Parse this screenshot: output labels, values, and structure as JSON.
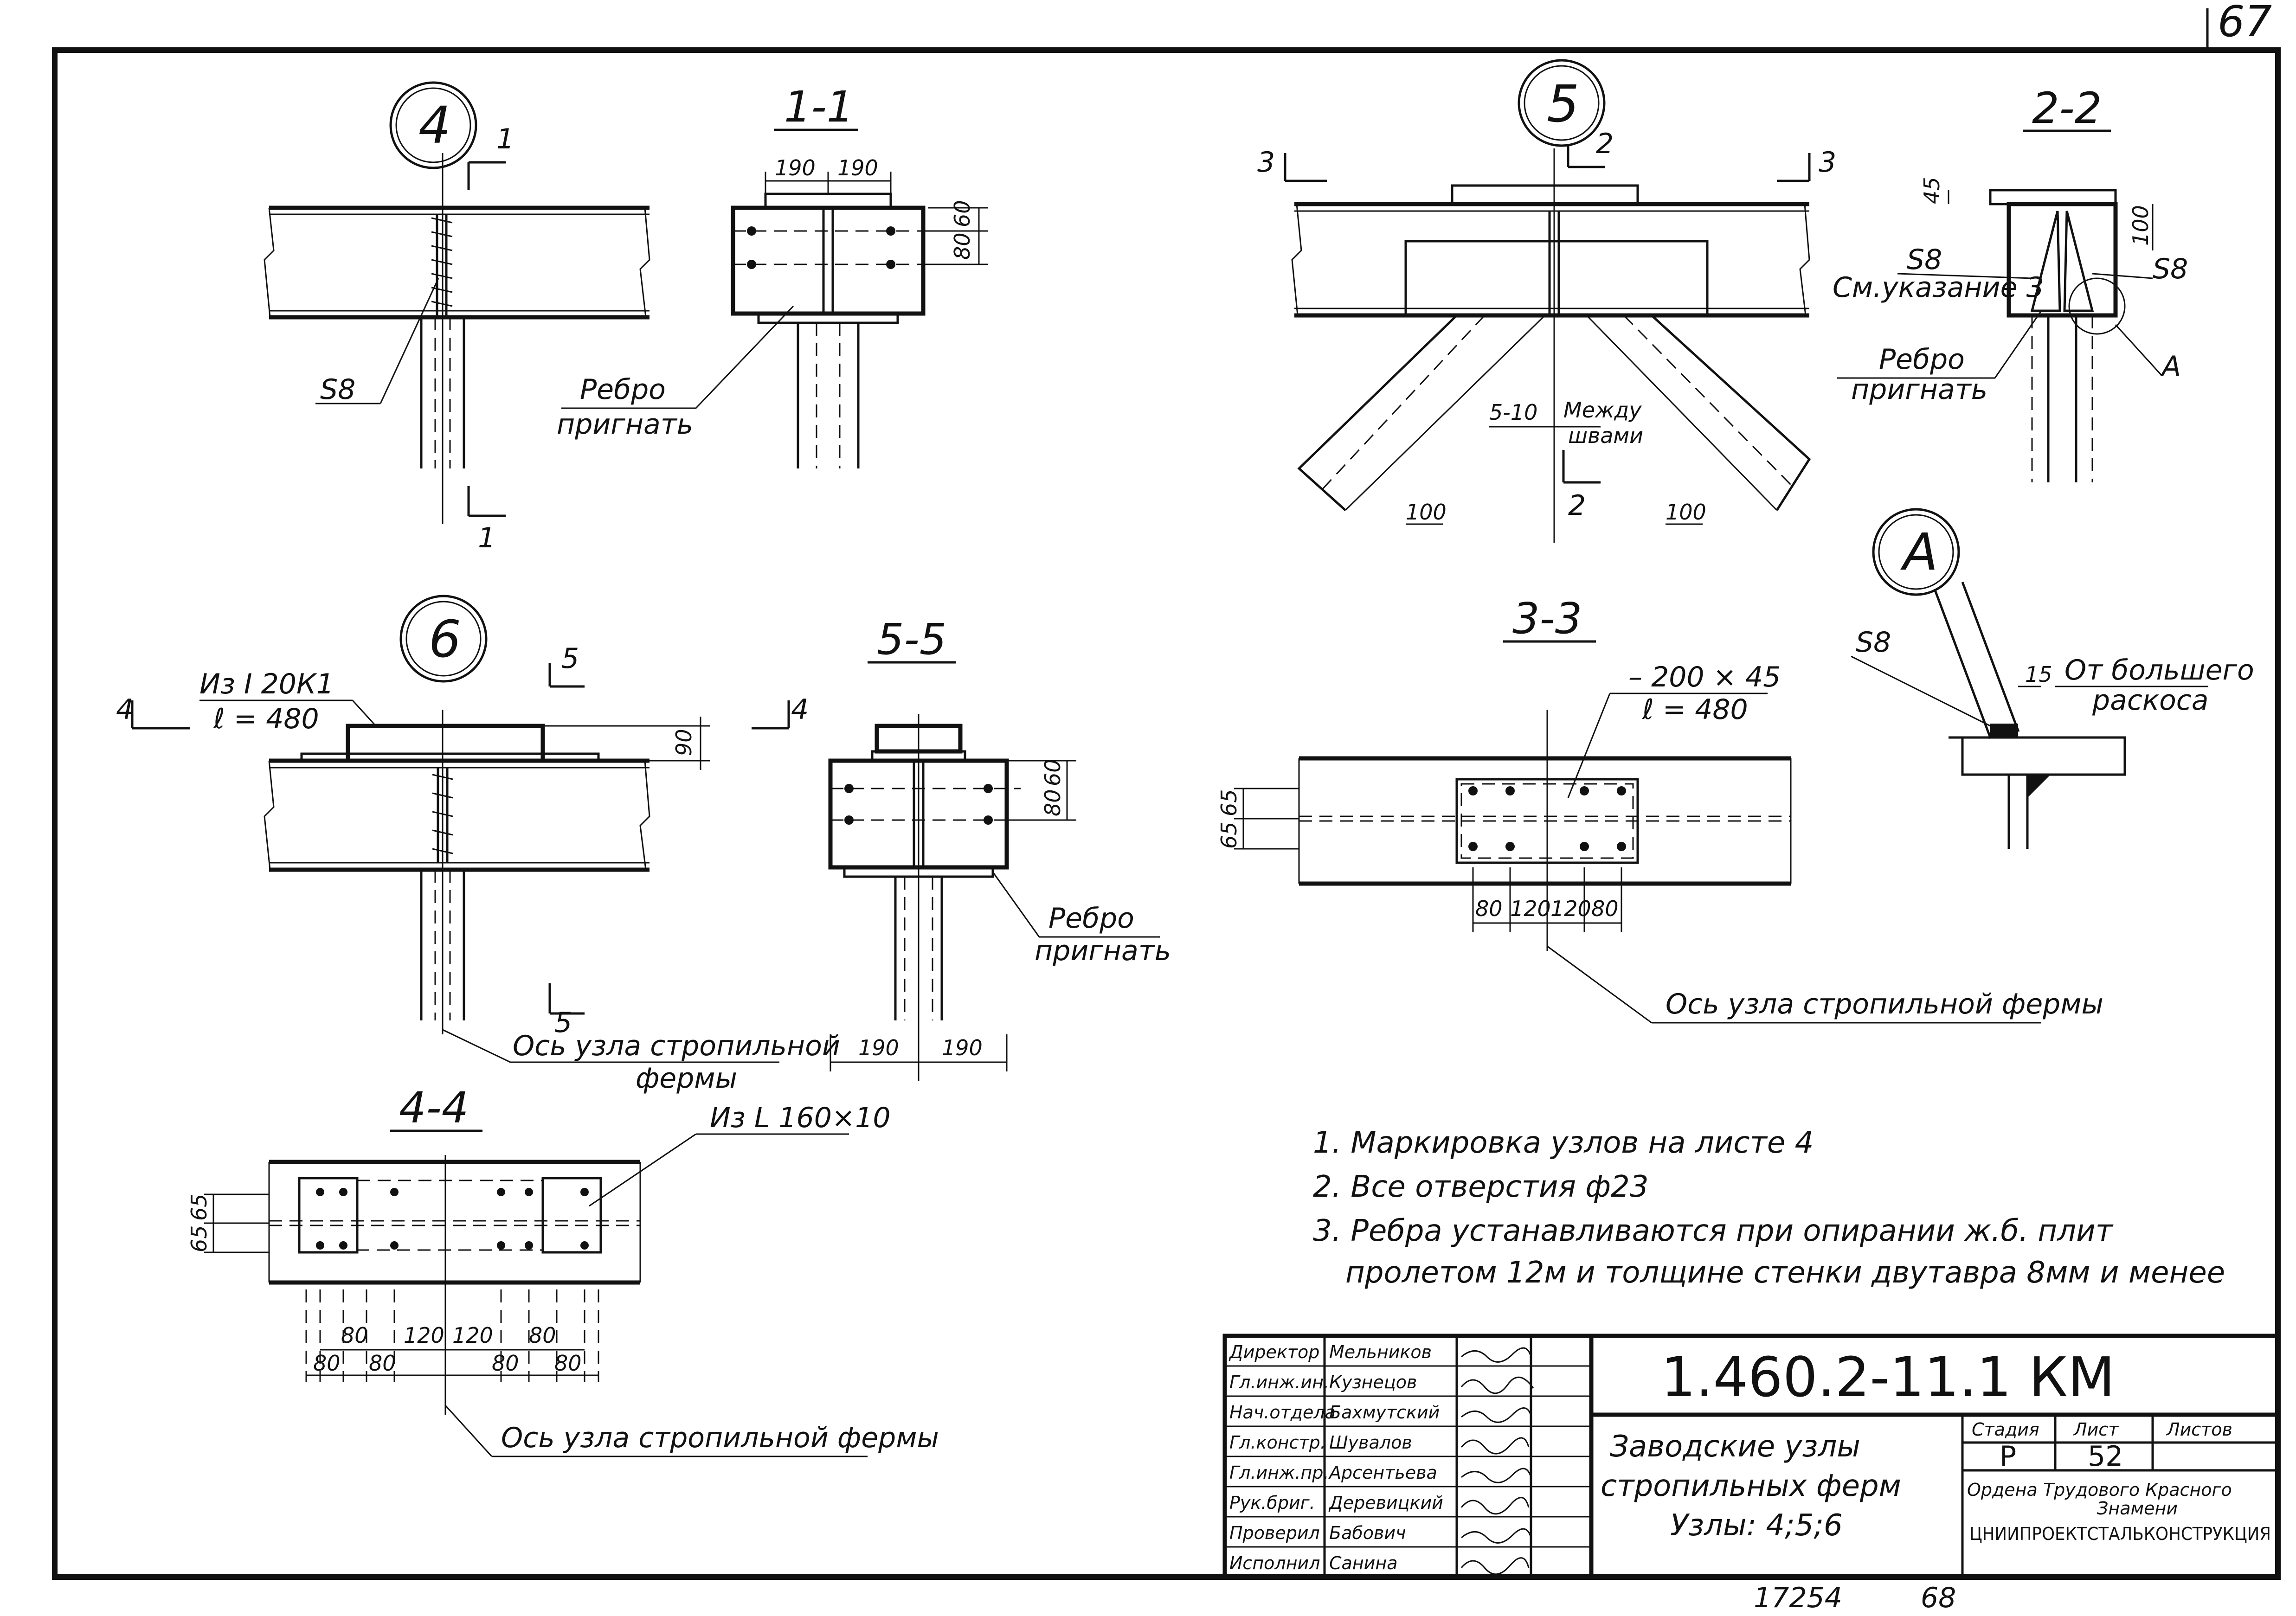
{
  "sheet": {
    "corner_number": "67",
    "footer_left": "17254",
    "footer_right": "68"
  },
  "views": {
    "node4": {
      "mark": "4",
      "section_cut": "1",
      "weld": "S8"
    },
    "sec11": {
      "title": "1-1",
      "dims": [
        "190",
        "190",
        "80",
        "60"
      ],
      "callout_line1": "Ребро",
      "callout_line2": "пригнать"
    },
    "node5": {
      "mark": "5",
      "cut_left": "3",
      "cut_right": "3",
      "cut_top": "2",
      "cut_bottom": "2",
      "gap": "5-10",
      "gap_note_line1": "Между",
      "gap_note_line2": "швами",
      "dim_left": "100",
      "dim_right": "100"
    },
    "sec22": {
      "title": "2-2",
      "dim_top": "45",
      "dim_right": "100",
      "weld_left": "S8",
      "note_ref": "См.указание 3",
      "weld_right": "S8",
      "detail_ref": "A",
      "callout_line1": "Ребро",
      "callout_line2": "пригнать"
    },
    "detailA": {
      "mark": "A",
      "weld": "S8",
      "dim": "15",
      "note_line1": "От большего",
      "note_line2": "раскоса"
    },
    "node6": {
      "mark": "6",
      "cut_left": "4",
      "cut_right": "4",
      "cut_top": "5",
      "cut_bottom": "5",
      "part_line1": "Из I 20К1",
      "part_line2": "ℓ = 480",
      "dim": "90",
      "axis_line1": "Ось узла стропильной",
      "axis_line2": "фермы"
    },
    "sec55": {
      "title": "5-5",
      "dims_right": [
        "80",
        "60"
      ],
      "dims_bottom": [
        "190",
        "190"
      ],
      "callout_line1": "Ребро",
      "callout_line2": "пригнать"
    },
    "sec33": {
      "title": "3-3",
      "plate_line1": "– 200 × 45",
      "plate_line2": "ℓ = 480",
      "dims_left": [
        "65",
        "65"
      ],
      "dims_bottom": [
        "80",
        "120",
        "120",
        "80"
      ],
      "axis_note": "Ось узла стропильной фермы"
    },
    "sec44": {
      "title": "4-4",
      "part": "Из L 160×10",
      "dims_left": [
        "65",
        "65"
      ],
      "dims_bottom_top": [
        "80",
        "120",
        "120",
        "80"
      ],
      "dims_bottom_low": [
        "80",
        "80",
        "80",
        "80"
      ],
      "axis_note": "Ось узла стропильной фермы"
    }
  },
  "notes": [
    "1. Маркировка узлов на листе 4",
    "2. Все отверстия ф23",
    "3. Ребра устанавливаются при опирании ж.б. плит",
    "пролетом 12м и толщине стенки двутавра 8мм и менее"
  ],
  "title_block": {
    "code": "1.460.2-11.1 КМ",
    "title_lines": [
      "Заводские узлы",
      "стропильных ферм",
      "Узлы: 4;5;6"
    ],
    "stage_header": "Стадия",
    "sheet_header": "Лист",
    "sheets_header": "Листов",
    "stage": "Р",
    "sheet": "52",
    "sheets": "",
    "org_line1": "Ордена Трудового Красного",
    "org_line2": "Знамени",
    "org_line3": "ЦНИИПРОЕКТСТАЛЬКОНСТРУКЦИЯ",
    "staff": [
      {
        "role": "Директор",
        "name": "Мельников"
      },
      {
        "role": "Гл.инж.ин.",
        "name": "Кузнецов"
      },
      {
        "role": "Нач.отдела",
        "name": "Бахмутский"
      },
      {
        "role": "Гл.констр.",
        "name": "Шувалов"
      },
      {
        "role": "Гл.инж.пр.",
        "name": "Арсентьева"
      },
      {
        "role": "Рук.бриг.",
        "name": "Деревицкий"
      },
      {
        "role": "Проверил",
        "name": "Бабович"
      },
      {
        "role": "Исполнил",
        "name": "Санина"
      }
    ]
  }
}
